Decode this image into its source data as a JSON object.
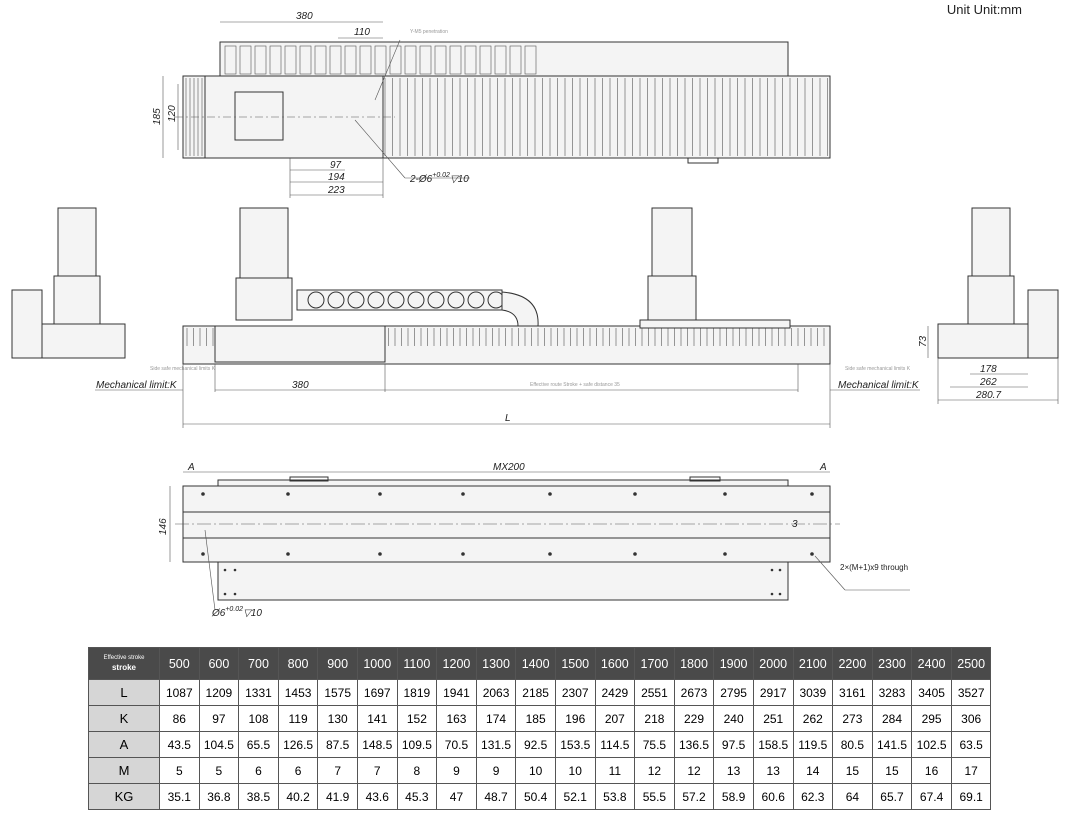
{
  "unit_label": "Unit Unit:mm",
  "top_view": {
    "dim_380": "380",
    "dim_110": "110",
    "dim_185": "185",
    "dim_120": "120",
    "dim_97": "97",
    "dim_194": "194",
    "dim_223": "223",
    "hole_note": "2-Ø6",
    "hole_tol": "+0.02",
    "hole_depth": "▽10",
    "small_note": "Y-M5 penetration"
  },
  "side_view": {
    "left_limit": "Mechanical limit:K",
    "right_limit": "Mechanical limit:K",
    "dim_380": "380",
    "dim_L": "L",
    "route_note": "Effective route Stroke + safe distance 35",
    "left_small": "Side safe mechanical limits K",
    "right_small": "Side safe mechanical limits K",
    "dim_73": "73",
    "dim_178": "178",
    "dim_262": "262",
    "dim_280_7": "280.7"
  },
  "bottom_view": {
    "section_a_left": "A",
    "section_a_right": "A",
    "dim_mx200": "MX200",
    "dim_146": "146",
    "dim_3": "3",
    "hole_note": "Ø6",
    "hole_tol": "+0.02",
    "hole_depth": "▽10",
    "through_note": "2×(M+1)x9 through"
  },
  "table": {
    "corner_top": "Effective stroke",
    "corner_bottom": "stroke",
    "headers": [
      "500",
      "600",
      "700",
      "800",
      "900",
      "1000",
      "1100",
      "1200",
      "1300",
      "1400",
      "1500",
      "1600",
      "1700",
      "1800",
      "1900",
      "2000",
      "2100",
      "2200",
      "2300",
      "2400",
      "2500"
    ],
    "rows": [
      {
        "label": "L",
        "values": [
          "1087",
          "1209",
          "1331",
          "1453",
          "1575",
          "1697",
          "1819",
          "1941",
          "2063",
          "2185",
          "2307",
          "2429",
          "2551",
          "2673",
          "2795",
          "2917",
          "3039",
          "3161",
          "3283",
          "3405",
          "3527"
        ]
      },
      {
        "label": "K",
        "values": [
          "86",
          "97",
          "108",
          "119",
          "130",
          "141",
          "152",
          "163",
          "174",
          "185",
          "196",
          "207",
          "218",
          "229",
          "240",
          "251",
          "262",
          "273",
          "284",
          "295",
          "306"
        ]
      },
      {
        "label": "A",
        "values": [
          "43.5",
          "104.5",
          "65.5",
          "126.5",
          "87.5",
          "148.5",
          "109.5",
          "70.5",
          "131.5",
          "92.5",
          "153.5",
          "114.5",
          "75.5",
          "136.5",
          "97.5",
          "158.5",
          "119.5",
          "80.5",
          "141.5",
          "102.5",
          "63.5"
        ]
      },
      {
        "label": "M",
        "values": [
          "5",
          "5",
          "6",
          "6",
          "7",
          "7",
          "8",
          "9",
          "9",
          "10",
          "10",
          "11",
          "12",
          "12",
          "13",
          "13",
          "14",
          "15",
          "15",
          "16",
          "17"
        ]
      },
      {
        "label": "KG",
        "values": [
          "35.1",
          "36.8",
          "38.5",
          "40.2",
          "41.9",
          "43.6",
          "45.3",
          "47",
          "48.7",
          "50.4",
          "52.1",
          "53.8",
          "55.5",
          "57.2",
          "58.9",
          "60.6",
          "62.3",
          "64",
          "65.7",
          "67.4",
          "69.1"
        ]
      }
    ]
  }
}
